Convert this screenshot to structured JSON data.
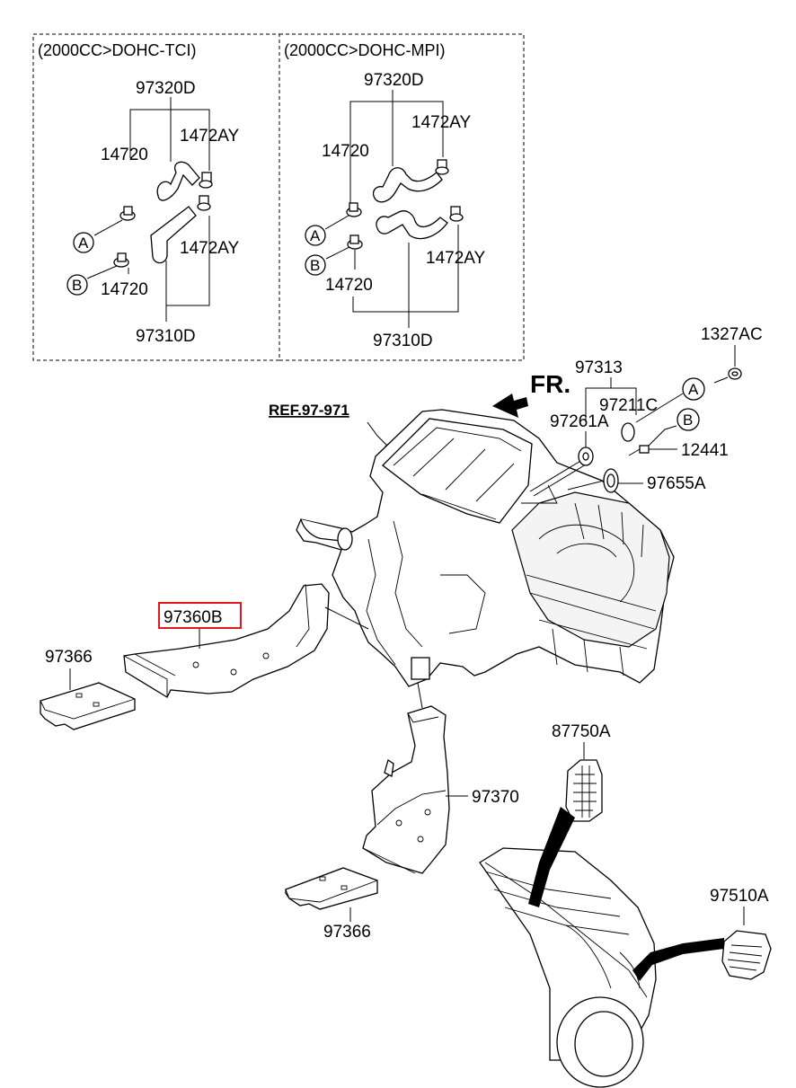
{
  "panels": {
    "left": {
      "header": "(2000CC>DOHC-TCI)",
      "labels": {
        "top_hose": "97320D",
        "bottom_hose": "97310D",
        "clamp_upper_left": "14720",
        "clamp_lower_left": "14720",
        "clamp_upper_right": "1472AY",
        "clamp_lower_right": "1472AY",
        "callout_a": "A",
        "callout_b": "B"
      }
    },
    "right": {
      "header": "(2000CC>DOHC-MPI)",
      "labels": {
        "top_hose": "97320D",
        "bottom_hose": "97310D",
        "clamp_upper_left": "14720",
        "clamp_lower_left": "14720",
        "clamp_upper_right": "1472AY",
        "clamp_lower_right": "1472AY",
        "callout_a": "A",
        "callout_b": "B"
      }
    }
  },
  "main": {
    "front_label": "FR.",
    "ref_label": "REF.97-971",
    "parts": {
      "p1327AC": "1327AC",
      "p97313": "97313",
      "p97211C": "97211C",
      "p97261A": "97261A",
      "p12441": "12441",
      "p97655A": "97655A",
      "p97360B": "97360B",
      "p97366_top": "97366",
      "p97370": "97370",
      "p97366_bottom": "97366",
      "p87750A": "87750A",
      "p97510A": "97510A"
    },
    "callout_a": "A",
    "callout_b": "B",
    "highlight_color": "#e0191f"
  }
}
